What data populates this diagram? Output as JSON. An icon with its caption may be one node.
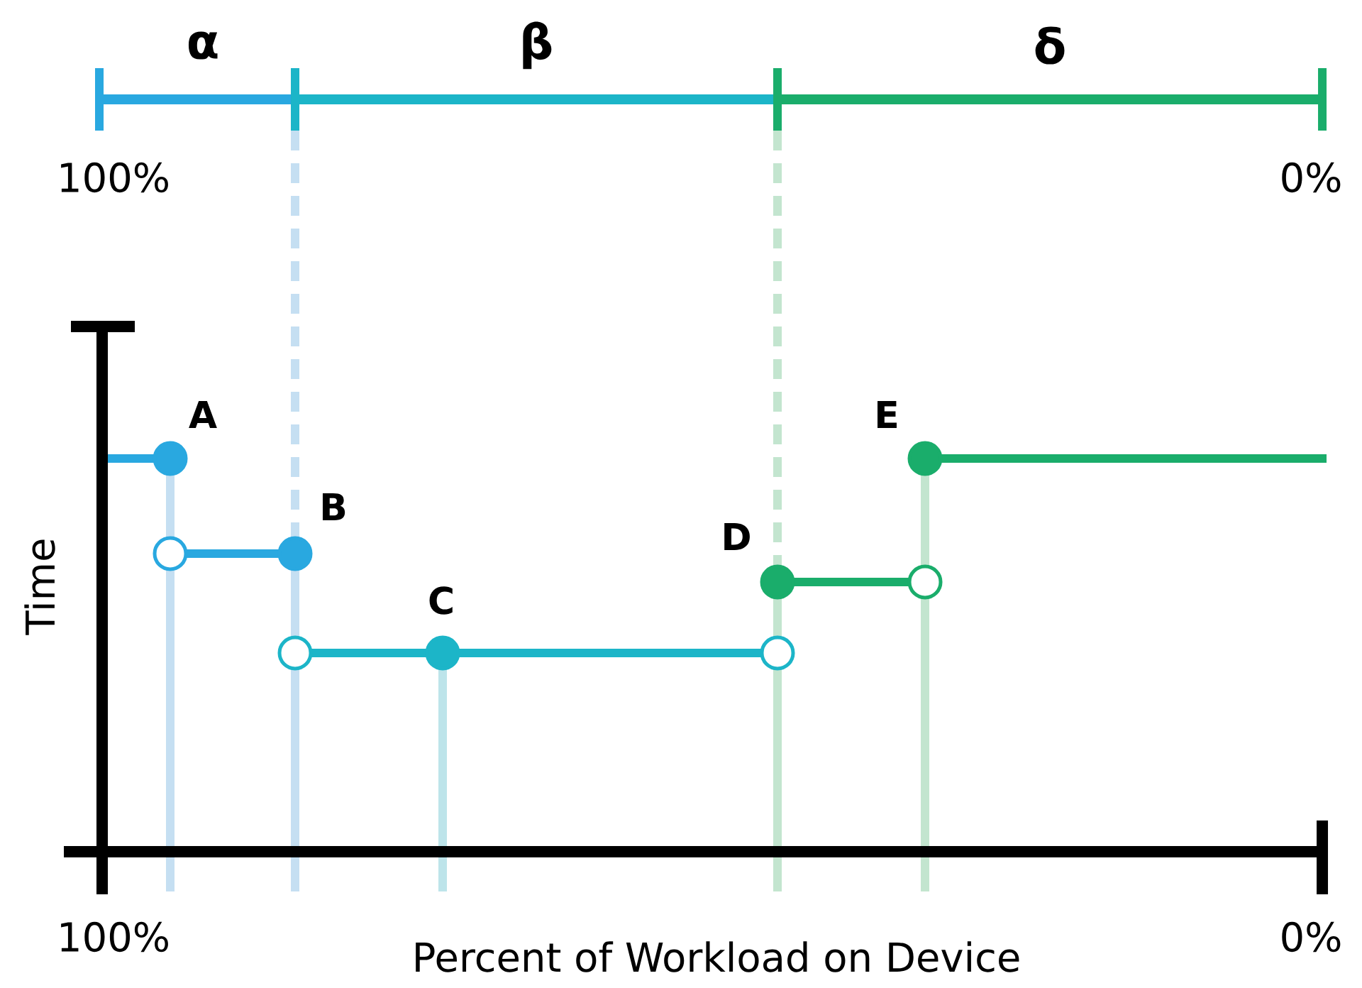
{
  "diagram": {
    "labels": [
      "α",
      "β",
      "δ",
      "100%",
      "0%",
      "A",
      "B",
      "C",
      "D",
      "E",
      "Time",
      "100%",
      "Percent of Workload on Device",
      "0%"
    ]
  }
}
